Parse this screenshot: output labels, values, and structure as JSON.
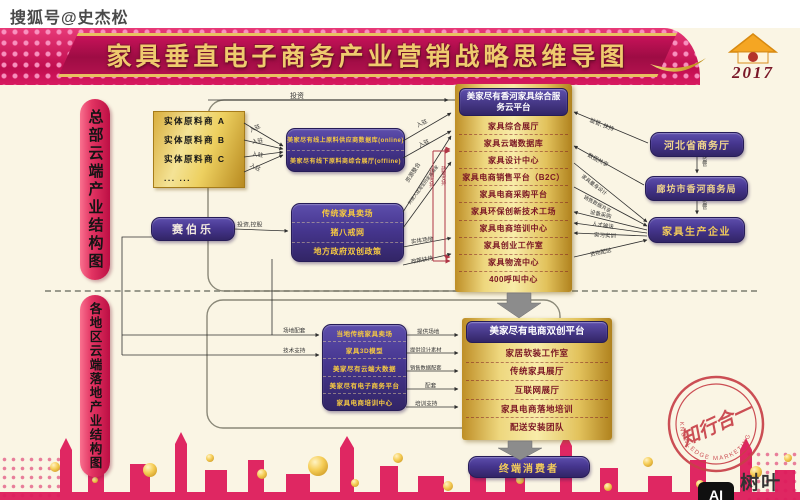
{
  "header": {
    "watermark": "搜狐号@史杰松",
    "title": "家具垂直电子商务产业营销战略思维导图",
    "year": "2017"
  },
  "colors": {
    "banner_pink": "#D81A60",
    "ribbon_crimson": "#A50D46",
    "gold_title": "#EFCB6E",
    "purple_box": "#46368F",
    "yellow_panel": "#F2DD8C",
    "row_text_maroon": "#7B1624",
    "pill_red": "#E33563",
    "bracket_red": "#A03545"
  },
  "side_labels": {
    "top": "总部云端产业结构图",
    "bottom": "各地区云端落地产业结构图"
  },
  "supplier_box": {
    "rows": [
      "实体原料商  A",
      "实体原料商  B",
      "实体原料商  C",
      "...  ..."
    ]
  },
  "saibole_label": "赛伯乐",
  "material_box": {
    "rows": [
      "美家尽有线上原料供应商数据库(online)",
      "美家尽有线下原料商综合展厅(offline)"
    ]
  },
  "market_box": {
    "rows": [
      "传统家具卖场",
      "猪八戒网",
      "地方政府双创政策"
    ]
  },
  "cloud_platform": {
    "title": "美家尽有香河家具综合服务云平台",
    "rows": [
      "家具综合展厅",
      "家具云端数据库",
      "家具设计中心",
      "家具电商销售平台（B2C）",
      "家具电商采购平台",
      "家具环保创新技术工场",
      "家具电商培训中心",
      "家具创业工作室",
      "家具物流中心",
      "400呼叫中心"
    ]
  },
  "gov": {
    "boxes": [
      "河北省商务厅",
      "廊坊市香河商务局",
      "家具生产企业"
    ],
    "link_label": "监管"
  },
  "local_box": {
    "rows": [
      "当地传统家具卖场",
      "家具3D模型",
      "美家尽有云端大数据",
      "美家尽有电子商务平台",
      "家具电商培训中心"
    ]
  },
  "dual_platform": {
    "title": "美家尽有电商双创平台",
    "rows": [
      "家居软装工作室",
      "传统家具展厅",
      "互联网展厅",
      "家具电商落地培训",
      "配送安装团队"
    ]
  },
  "consumer_label": "终端消费者",
  "edges": {
    "invest": "投资",
    "join": "入驻",
    "invest_hold": "投资,控股",
    "resource": "资源整合",
    "taobao": "对接入驻淘宝的家具商家",
    "venue": "实体场地",
    "policy": "政策扶持",
    "bracket_a": "双创支持",
    "bracket_b": "政策支持",
    "supervise_support": "监管, 扶持",
    "data_share": "数据共享",
    "custom_design": "家具量身设计",
    "sales_share": "销售数据共享",
    "equipment": "设备采购",
    "talent": "人才输送",
    "internship": "实习实训",
    "delivery": "货物配送",
    "site_support": "场地配套",
    "tech_support": "技术支持",
    "give_site": "提供场地",
    "give_design": "提供设计素材",
    "sales_data": "销售数据配套",
    "match": "配套",
    "training": "培训支持"
  },
  "stamp": {
    "center": "知行合一",
    "ring": "KNOWLEDGE MARKETING PLANNING"
  },
  "footer_logo": {
    "box": "AI",
    "text": "树叶云"
  }
}
